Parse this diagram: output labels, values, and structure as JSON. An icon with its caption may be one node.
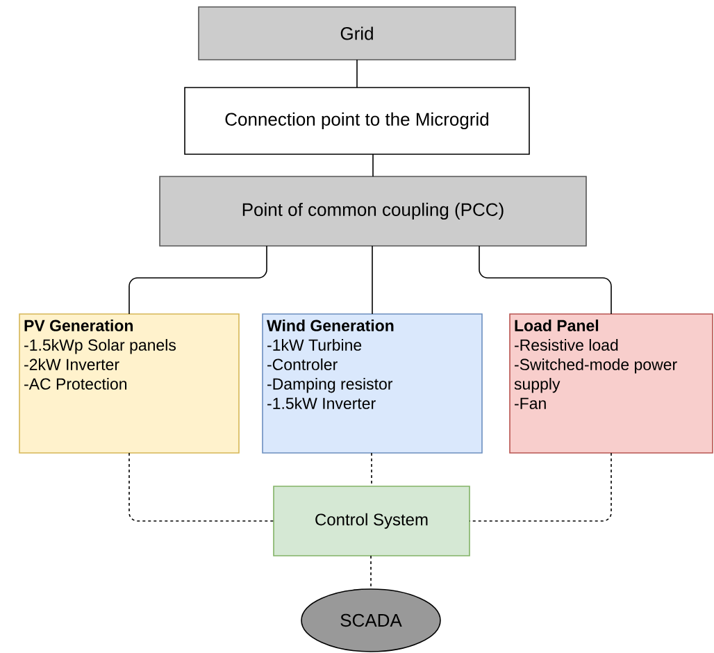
{
  "diagram": {
    "nodes": [
      {
        "text": [
          "Grid"
        ]
      },
      {
        "text": [
          "Connection point to the Microgrid"
        ]
      },
      {
        "text": [
          "Point of common coupling (PCC)"
        ]
      },
      {
        "text": [
          "PV Generation",
          "-1.5kWp Solar panels",
          "-2kW Inverter",
          "-AC Protection"
        ]
      },
      {
        "text": [
          "Wind Generation",
          "-1kW Turbine",
          "-Controler",
          "-Damping resistor",
          "-1.5kW Inverter"
        ]
      },
      {
        "text": [
          "Load Panel",
          "-Resistive load",
          "-Switched-mode power supply",
          "-Fan"
        ]
      },
      {
        "text": [
          "Control System"
        ]
      },
      {
        "text": [
          "SCADA"
        ]
      }
    ],
    "edges": [
      {
        "from": 0,
        "to": 1,
        "arrow": "none"
      },
      {
        "from": 1,
        "to": 2,
        "arrow": "none"
      },
      {
        "from": 2,
        "to": 3,
        "arrow": "none"
      },
      {
        "from": 2,
        "to": 4,
        "arrow": "none"
      },
      {
        "from": 2,
        "to": 5,
        "arrow": "none"
      },
      {
        "from": 3,
        "to": 6,
        "arrow": "none",
        "style": "dashed"
      },
      {
        "from": 4,
        "to": 6,
        "arrow": "none",
        "style": "dashed"
      },
      {
        "from": 5,
        "to": 6,
        "arrow": "none",
        "style": "dashed"
      },
      {
        "from": 6,
        "to": 7,
        "arrow": "none",
        "style": "dashed"
      }
    ]
  }
}
